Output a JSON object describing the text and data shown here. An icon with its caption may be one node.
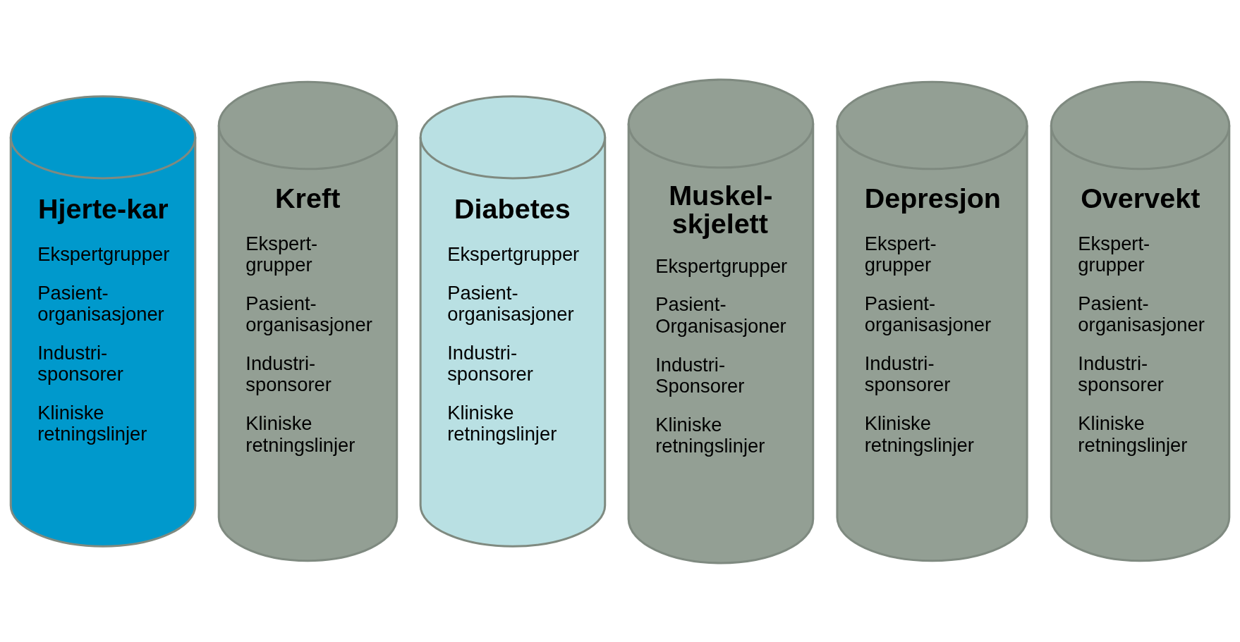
{
  "diagram": {
    "nodes": [
      {
        "text": [
          "Hjerte-kar",
          "Ekspertgrupper",
          "Pasient- organisasjoner",
          "Industri- sponsorer",
          "Kliniske retningslinjer"
        ]
      },
      {
        "text": [
          "Kreft",
          "Ekspert- grupper",
          "Pasient- organisasjoner",
          "Industri- sponsorer",
          "Kliniske retningslinjer"
        ]
      },
      {
        "text": [
          "Diabetes",
          "Ekspertgrupper",
          "Pasient- organisasjoner",
          "Industri- sponsorer",
          "Kliniske retningslinjer"
        ]
      },
      {
        "text": [
          "Muskel- skjelett",
          "Ekspertgrupper",
          "Pasient- Organisasjoner",
          "Industri- Sponsorer",
          "Kliniske retningslinjer"
        ]
      },
      {
        "text": [
          "Depresjon",
          "Ekspert- grupper",
          "Pasient- organisasjoner",
          "Industri- sponsorer",
          "Kliniske retningslinjer"
        ]
      },
      {
        "text": [
          "Overvekt",
          "Ekspert- grupper",
          "Pasient- organisasjoner",
          "Industri- sponsorer",
          "Kliniske retningslinjer"
        ]
      }
    ],
    "edges": []
  }
}
